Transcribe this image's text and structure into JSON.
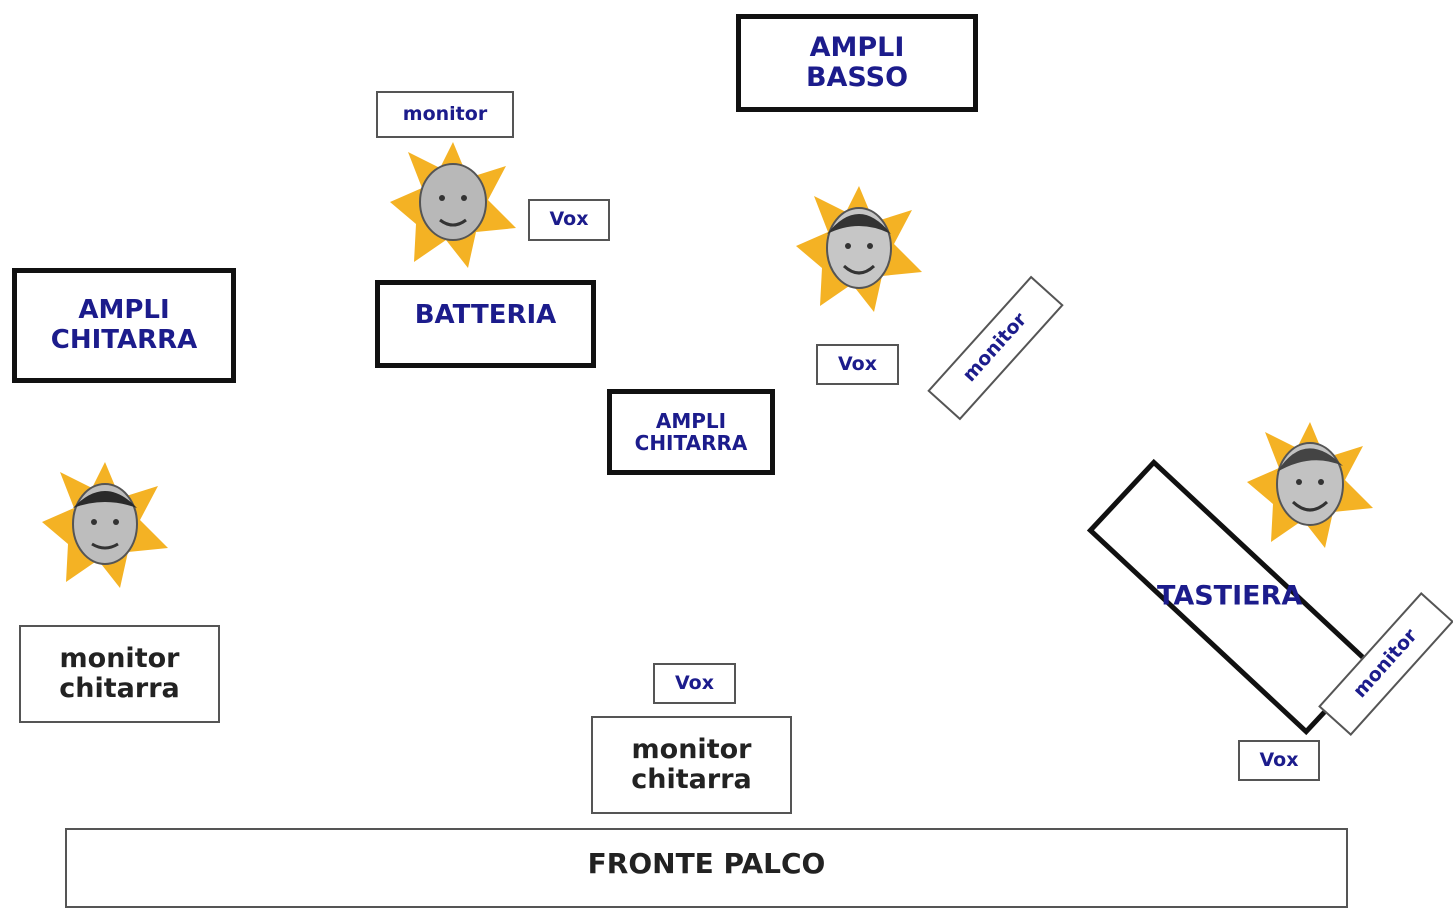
{
  "stage": {
    "front_label": "FRONTE PALCO"
  },
  "amps": {
    "guitar_left": {
      "line1": "AMPLI",
      "line2": "CHITARRA"
    },
    "bass": {
      "line1": "AMPLI",
      "line2": "BASSO"
    },
    "guitar_center": {
      "line1": "AMPLI",
      "line2": "CHITARRA"
    }
  },
  "instruments": {
    "drums": "BATTERIA",
    "keyboard": "TASTIERA"
  },
  "monitors": {
    "drums": "monitor",
    "bass": "monitor",
    "keyboard": "monitor",
    "guitar_left": {
      "line1": "monitor",
      "line2": "chitarra"
    },
    "guitar_center": {
      "line1": "monitor",
      "line2": "chitarra"
    }
  },
  "vox": {
    "drums": "Vox",
    "bass": "Vox",
    "center": "Vox",
    "keyboard": "Vox"
  },
  "colors": {
    "label_blue": "#1c1c8c",
    "star": "#f4b224",
    "border": "#111111"
  }
}
